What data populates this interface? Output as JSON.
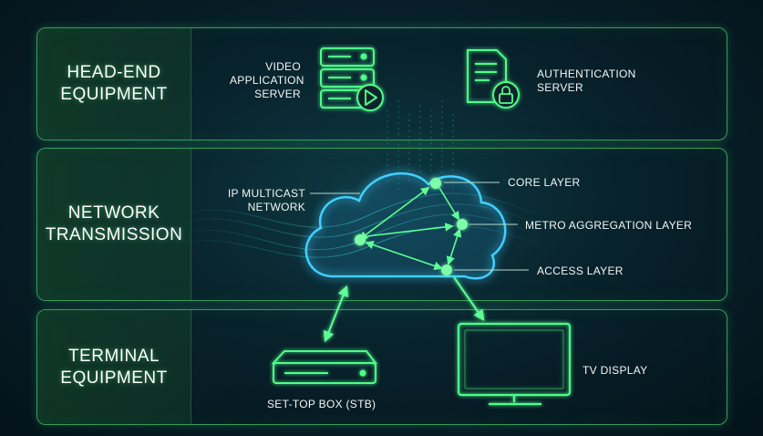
{
  "sections": {
    "headend": "HEAD-END\nEQUIPMENT",
    "network": "NETWORK\nTRANSMISSION",
    "terminal": "TERMINAL\nEQUIPMENT"
  },
  "nodes": {
    "video_server": "VIDEO\nAPPLICATION\nSERVER",
    "auth_server": "AUTHENTICATION\nSERVER",
    "multicast": "IP MULTICAST\nNETWORK",
    "core": "CORE LAYER",
    "metro": "METRO AGGREGATION LAYER",
    "access": "ACCESS LAYER",
    "stb": "SET-TOP BOX (STB)",
    "tv": "TV DISPLAY"
  },
  "icons": [
    "server-rack-icon",
    "play-icon",
    "document-server-icon",
    "lock-icon",
    "cloud-icon",
    "set-top-box-icon",
    "tv-icon"
  ],
  "colors": {
    "accent_green": "#4dff88",
    "cloud_cyan": "#3fd0ff",
    "panel_border": "#3a9a5a"
  }
}
